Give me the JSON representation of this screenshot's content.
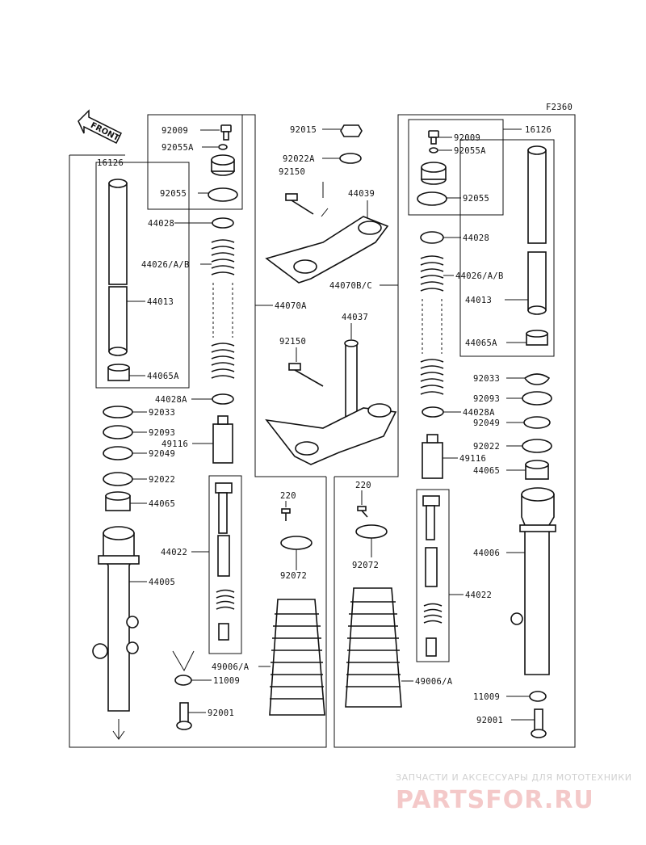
{
  "diagram_code": "F2360",
  "direction_label": "FRONT",
  "labels": {
    "l_92009": "92009",
    "l_92055A": "92055A",
    "l_92055": "92055",
    "l_16126": "16126",
    "l_44028": "44028",
    "l_44026AB": "44026/A/B",
    "l_44013": "44013",
    "l_44065A": "44065A",
    "l_44028A": "44028A",
    "l_92033": "92033",
    "l_92093": "92093",
    "l_92049": "92049",
    "l_49116": "49116",
    "l_92022": "92022",
    "l_44065": "44065",
    "l_44022": "44022",
    "l_44005": "44005",
    "l_11009": "11009",
    "l_92001": "92001",
    "l_92015": "92015",
    "l_92022A": "92022A",
    "l_92150": "92150",
    "l_44039": "44039",
    "l_44070BC": "44070B/C",
    "l_44070A": "44070A",
    "l_44037": "44037",
    "l_220": "220",
    "l_92072": "92072",
    "l_49006A": "49006/A",
    "l_44006": "44006"
  },
  "watermark": {
    "line1": "ЗАПЧАСТИ И АКСЕССУАРЫ ДЛЯ МОТОТЕХНИКИ",
    "line2": "PARTSFOR.RU"
  }
}
